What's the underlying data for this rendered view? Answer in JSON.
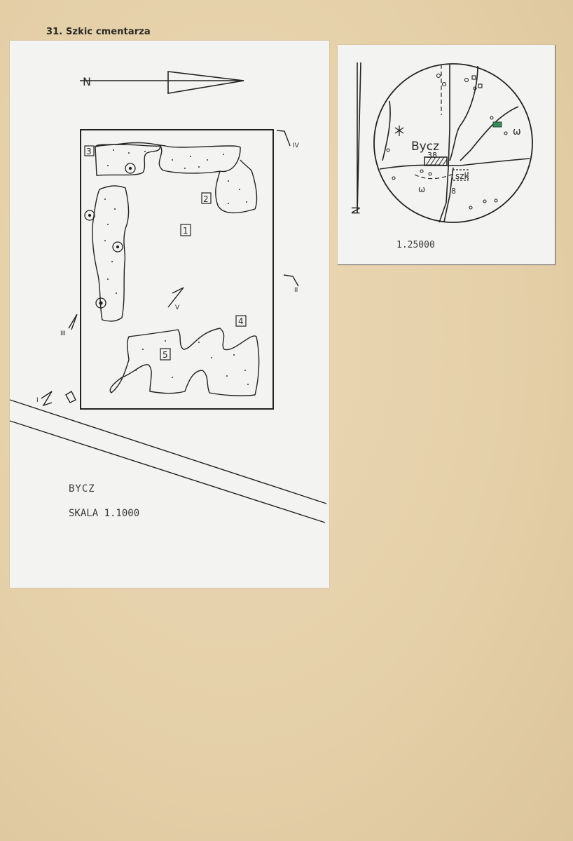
{
  "heading": "31. Szkic cmentarza",
  "plan": {
    "north_label": "N",
    "place_name": "BYCZ",
    "scale_text": "SKALA 1.1000",
    "field_numbers": [
      "3",
      "2",
      "1",
      "4",
      "5"
    ],
    "view_marks": [
      "I",
      "II",
      "III",
      "IV",
      "V"
    ]
  },
  "locator_map": {
    "north_label": "N",
    "village_label": "Bycz",
    "road_number": "38",
    "school_label": "szk",
    "scale_text": "1.25000",
    "symbols": [
      "ω",
      "ω",
      "8"
    ]
  }
}
